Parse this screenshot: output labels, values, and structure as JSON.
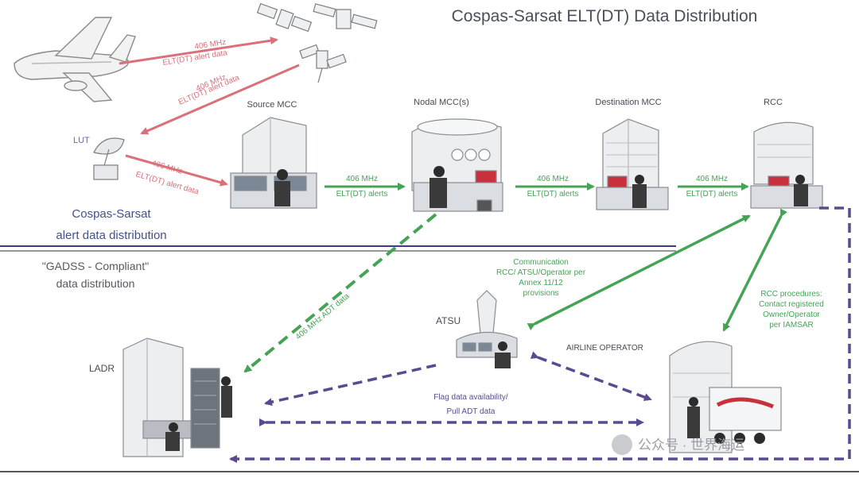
{
  "title": "Cospas-Sarsat ELT(DT) Data Distribution",
  "sections": {
    "top_line1": "Cospas-Sarsat",
    "top_line2": "alert data distribution",
    "bottom_line1": "\"GADSS - Compliant\"",
    "bottom_line2": "data distribution"
  },
  "nodes": {
    "lut": "LUT",
    "source_mcc": "Source MCC",
    "nodal_mcc": "Nodal MCC(s)",
    "destination_mcc": "Destination MCC",
    "rcc": "RCC",
    "atsu": "ATSU",
    "airline_operator": "AIRLINE OPERATOR",
    "ladr": "LADR"
  },
  "links": {
    "aircraft_sat_1": "406 MHz",
    "aircraft_sat_2": "ELT(DT) alert data",
    "sat_lut_1": "406 MHz",
    "sat_lut_2": "ELT(DT) alert data",
    "lut_mcc_1": "406 MHz",
    "lut_mcc_2": "ELT(DT) alert data",
    "src_nodal_1": "406 MHz",
    "src_nodal_2": "ELT(DT) alerts",
    "nodal_dest_1": "406 MHz",
    "nodal_dest_2": "ELT(DT) alerts",
    "dest_rcc_1": "406 MHz",
    "dest_rcc_2": "ELT(DT) alerts",
    "adt_data": "406 MHz ADT data",
    "comm_1": "Communication",
    "comm_2": "RCC/ ATSU/Operator per",
    "comm_3": "Annex 11/12",
    "comm_4": "provisions",
    "rcc_proc_1": "RCC procedures:",
    "rcc_proc_2": "Contact registered",
    "rcc_proc_3": "Owner/Operator",
    "rcc_proc_4": "per IAMSAR",
    "flag_1": "Flag data availability/",
    "flag_2": "Pull ADT data"
  },
  "watermark": "公众号 · 世界海运",
  "colors": {
    "red": "#d9707a",
    "green": "#45a356",
    "purple": "#5b4a8f",
    "divider": "#3d3a8c"
  }
}
